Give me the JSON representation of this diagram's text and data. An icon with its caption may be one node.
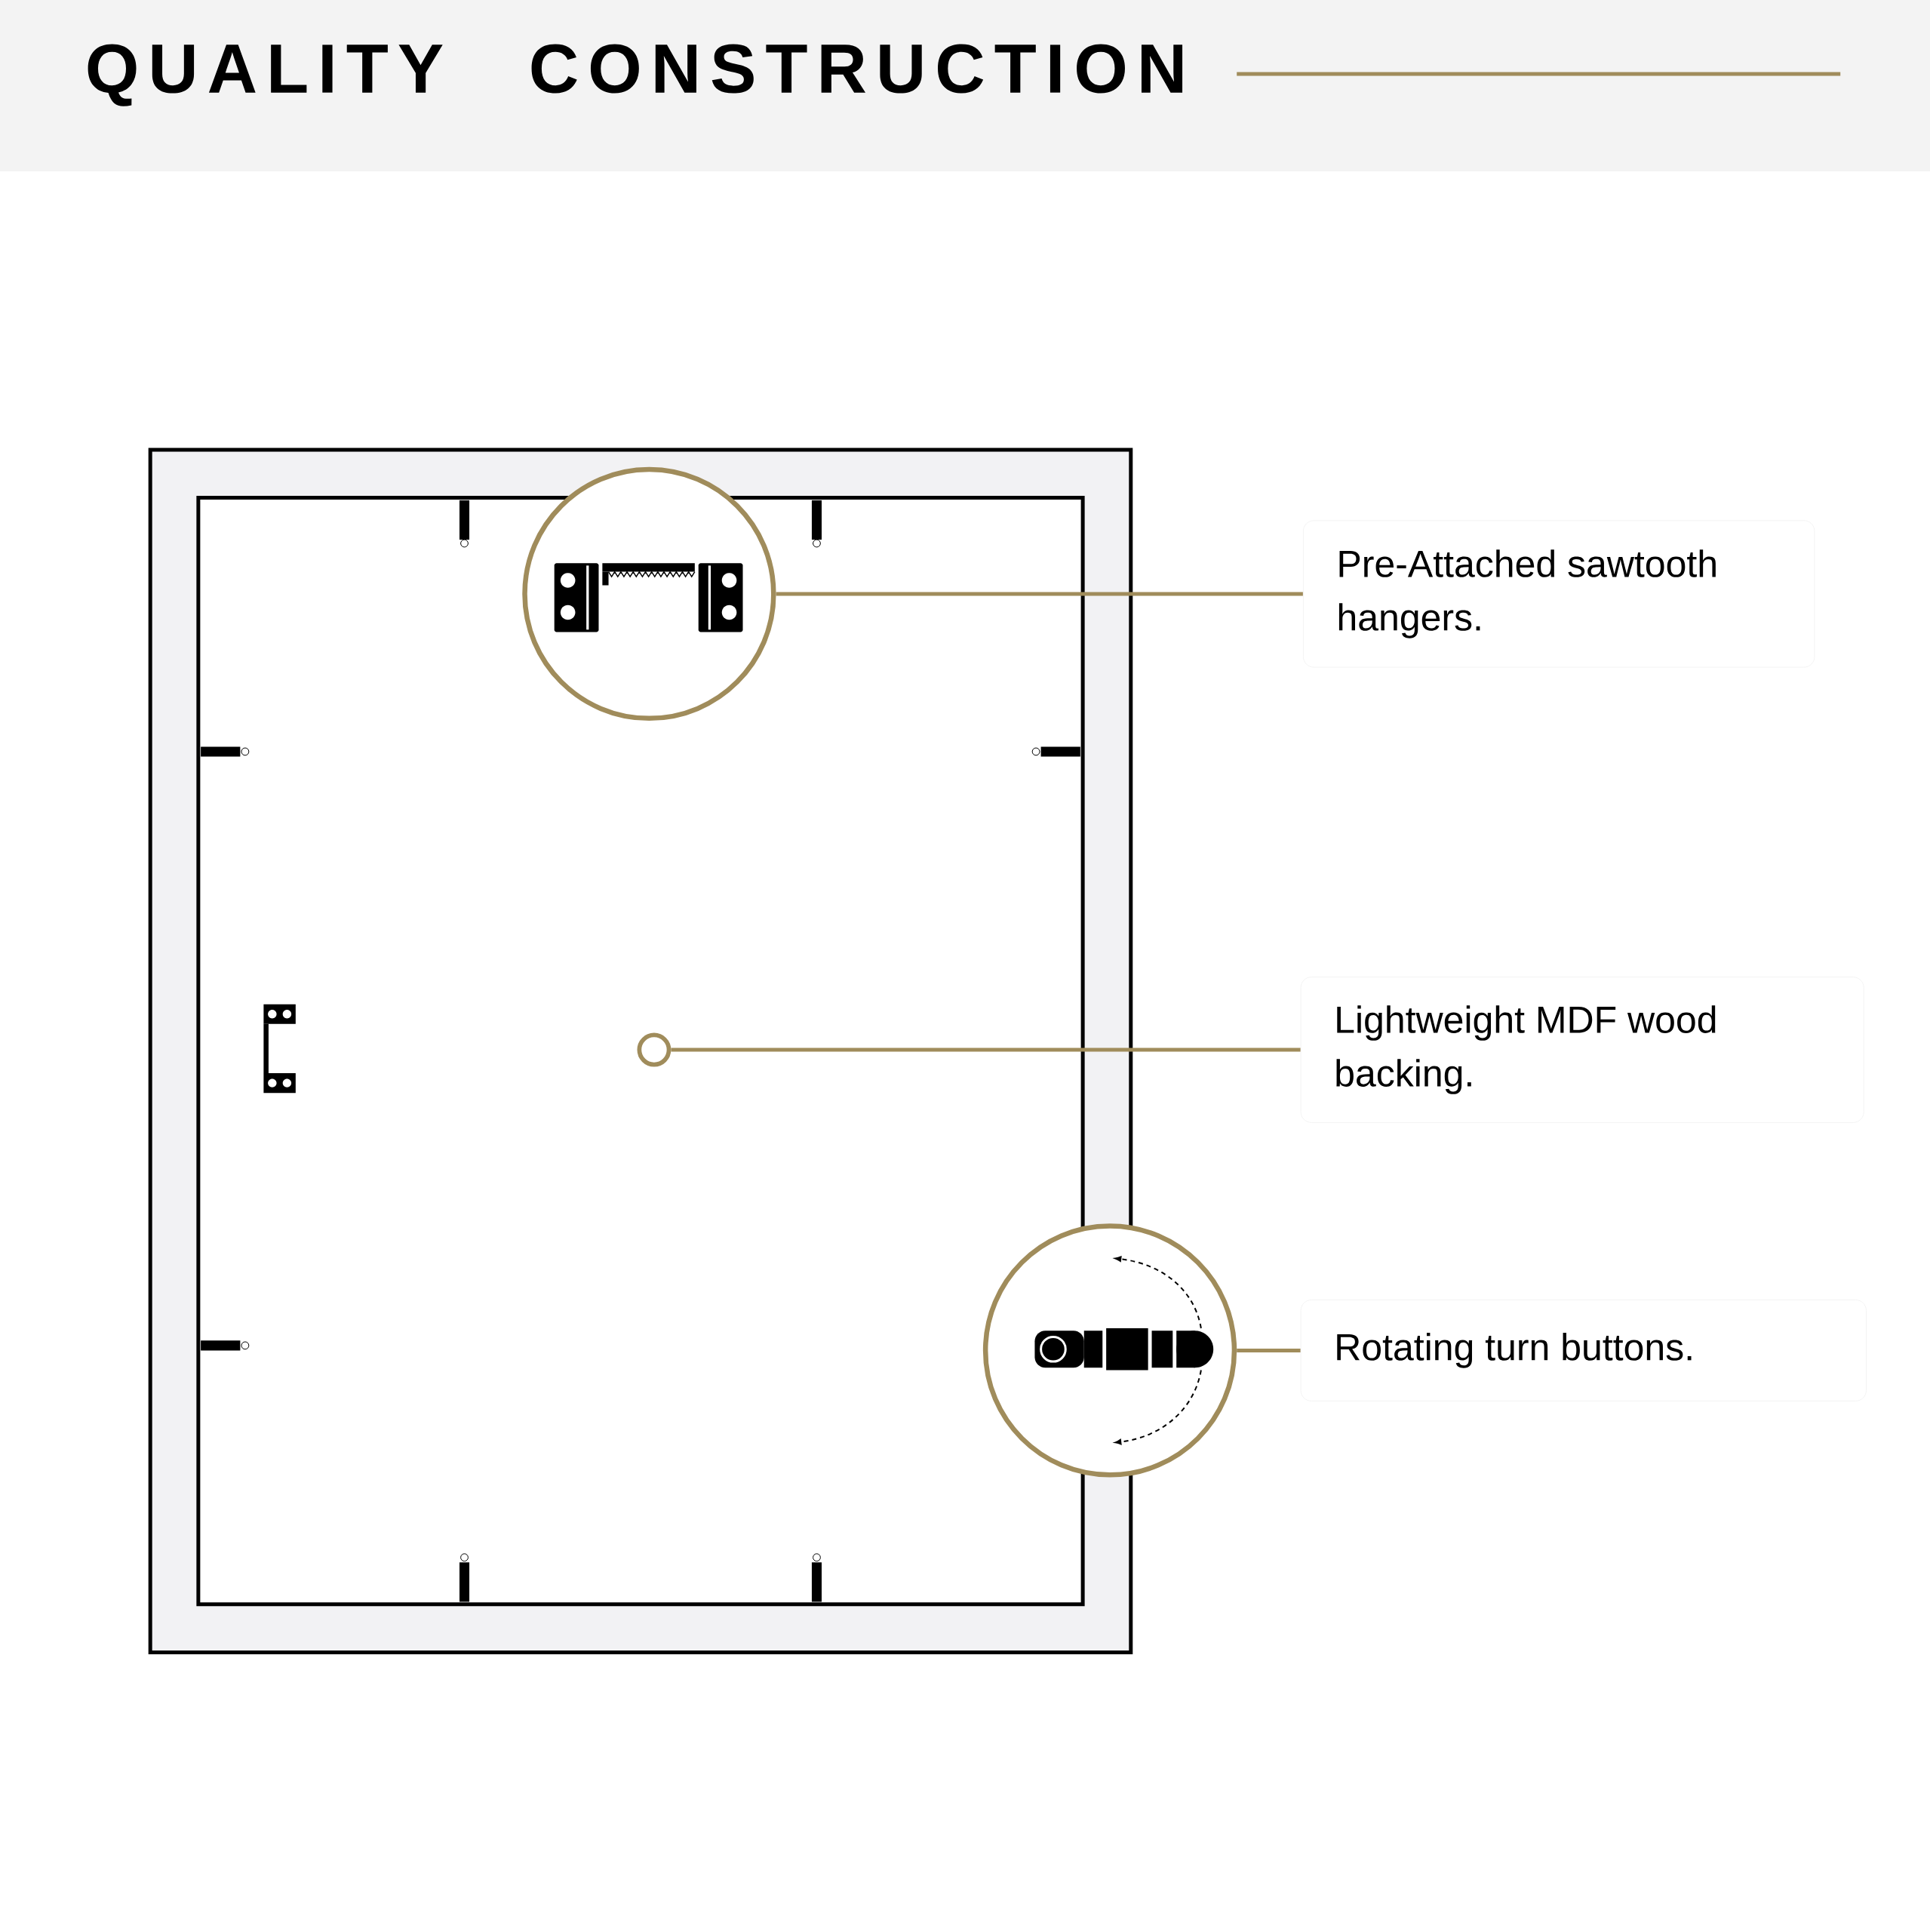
{
  "diagram": {
    "title": "QUALITY CONSTRUCTION",
    "nodes": [
      {
        "text": [],
        "shape": "circle"
      },
      {
        "text": [
          "Pre-Attached sawtooth hangers."
        ]
      },
      {
        "text": [],
        "shape": "circle"
      },
      {
        "text": [
          "Lightweight MDF wood backing."
        ]
      },
      {
        "text": [],
        "shape": "circle"
      },
      {
        "text": [
          "Rotating turn buttons."
        ]
      }
    ],
    "edges": [
      {
        "from": 0,
        "to": 1,
        "arrow": "none"
      },
      {
        "from": 2,
        "to": 3,
        "arrow": "none"
      },
      {
        "from": 4,
        "to": 5,
        "arrow": "none"
      }
    ]
  }
}
